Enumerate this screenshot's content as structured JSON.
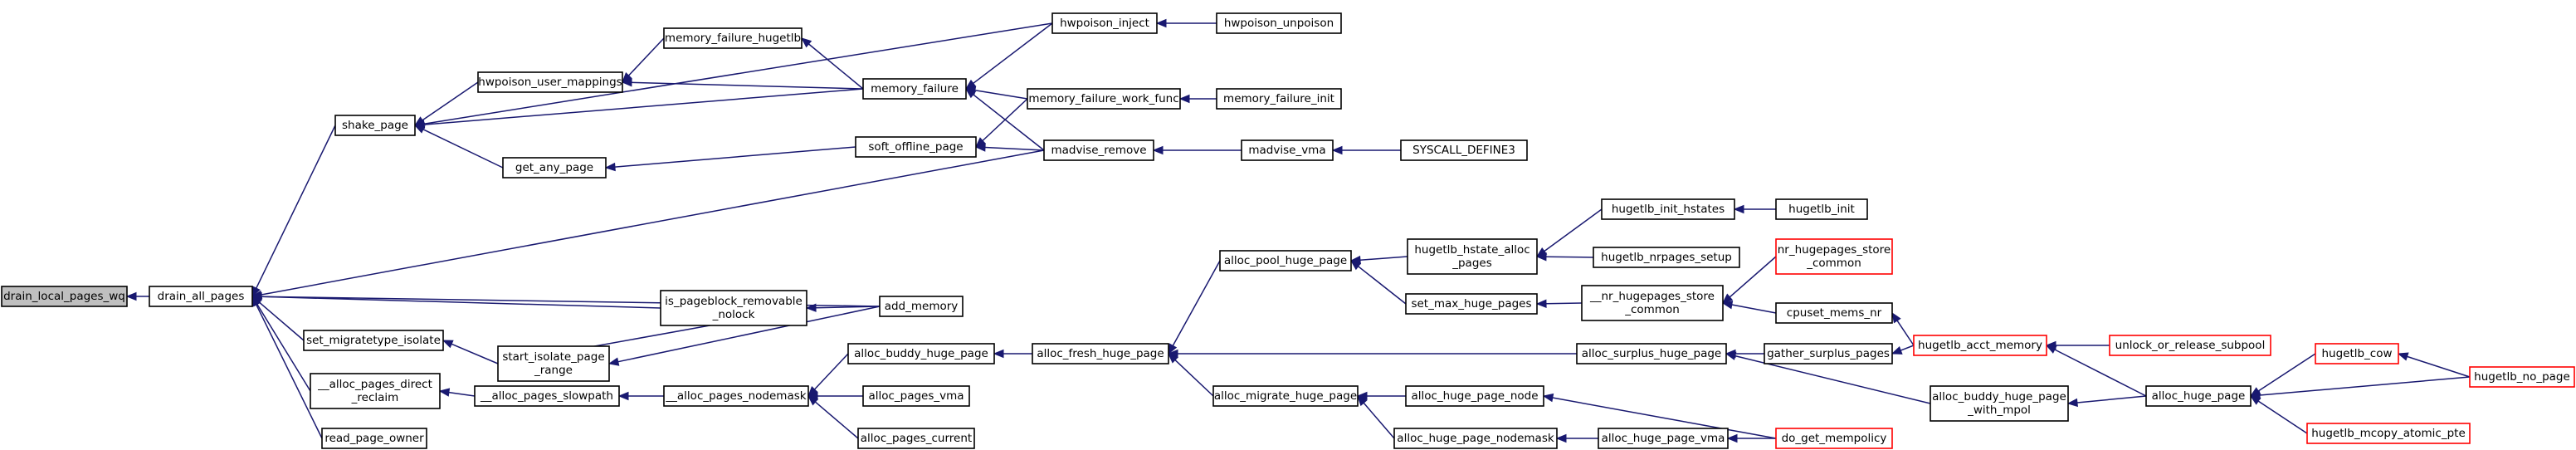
{
  "graph": {
    "type": "call-graph",
    "colors": {
      "edge": "#191970",
      "node_border": "#000000",
      "node_fill": "#ffffff",
      "root_fill": "#bfbfbf",
      "truncated_border": "#ff0000"
    },
    "nodes": [
      {
        "id": "drain_local_pages_wq",
        "lines": [
          "drain_local_pages_wq"
        ],
        "root": true
      },
      {
        "id": "drain_all_pages",
        "lines": [
          "drain_all_pages"
        ]
      },
      {
        "id": "shake_page",
        "lines": [
          "shake_page"
        ]
      },
      {
        "id": "hwpoison_user_mappings",
        "lines": [
          "hwpoison_user_mappings"
        ]
      },
      {
        "id": "get_any_page",
        "lines": [
          "get_any_page"
        ]
      },
      {
        "id": "memory_failure_hugetlb",
        "lines": [
          "memory_failure_hugetlb"
        ]
      },
      {
        "id": "memory_failure",
        "lines": [
          "memory_failure"
        ]
      },
      {
        "id": "soft_offline_page",
        "lines": [
          "soft_offline_page"
        ]
      },
      {
        "id": "hwpoison_inject",
        "lines": [
          "hwpoison_inject"
        ]
      },
      {
        "id": "hwpoison_unpoison",
        "lines": [
          "hwpoison_unpoison"
        ]
      },
      {
        "id": "memory_failure_work_func",
        "lines": [
          "memory_failure_work_func"
        ]
      },
      {
        "id": "memory_failure_init",
        "lines": [
          "memory_failure_init"
        ]
      },
      {
        "id": "madvise_remove",
        "lines": [
          "madvise_remove"
        ]
      },
      {
        "id": "madvise_vma",
        "lines": [
          "madvise_vma"
        ]
      },
      {
        "id": "SYSCALL_DEFINE3",
        "lines": [
          "SYSCALL_DEFINE3"
        ]
      },
      {
        "id": "is_pageblock_removable_nolock",
        "lines": [
          "is_pageblock_removable",
          "_nolock"
        ]
      },
      {
        "id": "add_memory",
        "lines": [
          "add_memory"
        ]
      },
      {
        "id": "set_migratetype_isolate",
        "lines": [
          "set_migratetype_isolate"
        ]
      },
      {
        "id": "start_isolate_page_range",
        "lines": [
          "start_isolate_page",
          "_range"
        ]
      },
      {
        "id": "__alloc_pages_direct_reclaim",
        "lines": [
          "__alloc_pages_direct",
          "_reclaim"
        ]
      },
      {
        "id": "__alloc_pages_slowpath",
        "lines": [
          "__alloc_pages_slowpath"
        ]
      },
      {
        "id": "__alloc_pages_nodemask",
        "lines": [
          "__alloc_pages_nodemask"
        ]
      },
      {
        "id": "read_page_owner",
        "lines": [
          "read_page_owner"
        ]
      },
      {
        "id": "alloc_buddy_huge_page",
        "lines": [
          "alloc_buddy_huge_page"
        ]
      },
      {
        "id": "alloc_pages_vma",
        "lines": [
          "alloc_pages_vma"
        ]
      },
      {
        "id": "alloc_pages_current",
        "lines": [
          "alloc_pages_current"
        ]
      },
      {
        "id": "alloc_fresh_huge_page",
        "lines": [
          "alloc_fresh_huge_page"
        ]
      },
      {
        "id": "alloc_pool_huge_page",
        "lines": [
          "alloc_pool_huge_page"
        ]
      },
      {
        "id": "alloc_migrate_huge_page",
        "lines": [
          "alloc_migrate_huge_page"
        ]
      },
      {
        "id": "hugetlb_hstate_alloc_pages",
        "lines": [
          "hugetlb_hstate_alloc",
          "_pages"
        ]
      },
      {
        "id": "set_max_huge_pages",
        "lines": [
          "set_max_huge_pages"
        ]
      },
      {
        "id": "hugetlb_init_hstates",
        "lines": [
          "hugetlb_init_hstates"
        ]
      },
      {
        "id": "hugetlb_init",
        "lines": [
          "hugetlb_init"
        ]
      },
      {
        "id": "hugetlb_nrpages_setup",
        "lines": [
          "hugetlb_nrpages_setup"
        ]
      },
      {
        "id": "__nr_hugepages_store_common",
        "lines": [
          "__nr_hugepages_store",
          "_common"
        ]
      },
      {
        "id": "nr_hugepages_store_common",
        "lines": [
          "nr_hugepages_store",
          "_common"
        ],
        "truncated": true
      },
      {
        "id": "cpuset_mems_nr",
        "lines": [
          "cpuset_mems_nr"
        ]
      },
      {
        "id": "hugetlb_acct_memory",
        "lines": [
          "hugetlb_acct_memory"
        ],
        "truncated": true
      },
      {
        "id": "unlock_or_release_subpool",
        "lines": [
          "unlock_or_release_subpool"
        ],
        "truncated": true
      },
      {
        "id": "alloc_surplus_huge_page",
        "lines": [
          "alloc_surplus_huge_page"
        ]
      },
      {
        "id": "gather_surplus_pages",
        "lines": [
          "gather_surplus_pages"
        ]
      },
      {
        "id": "alloc_buddy_huge_page_with_mpol",
        "lines": [
          "alloc_buddy_huge_page",
          "_with_mpol"
        ]
      },
      {
        "id": "alloc_huge_page",
        "lines": [
          "alloc_huge_page"
        ]
      },
      {
        "id": "hugetlb_cow",
        "lines": [
          "hugetlb_cow"
        ],
        "truncated": true
      },
      {
        "id": "hugetlb_no_page",
        "lines": [
          "hugetlb_no_page"
        ],
        "truncated": true
      },
      {
        "id": "hugetlb_mcopy_atomic_pte",
        "lines": [
          "hugetlb_mcopy_atomic_pte"
        ],
        "truncated": true
      },
      {
        "id": "alloc_huge_page_node",
        "lines": [
          "alloc_huge_page_node"
        ]
      },
      {
        "id": "alloc_huge_page_nodemask",
        "lines": [
          "alloc_huge_page_nodemask"
        ]
      },
      {
        "id": "alloc_huge_page_vma",
        "lines": [
          "alloc_huge_page_vma"
        ]
      },
      {
        "id": "do_get_mempolicy",
        "lines": [
          "do_get_mempolicy"
        ],
        "truncated": true
      }
    ],
    "edges": [
      [
        "drain_all_pages",
        "drain_local_pages_wq"
      ],
      [
        "shake_page",
        "drain_all_pages"
      ],
      [
        "madvise_remove",
        "drain_all_pages"
      ],
      [
        "is_pageblock_removable_nolock",
        "drain_all_pages"
      ],
      [
        "add_memory",
        "drain_all_pages"
      ],
      [
        "set_migratetype_isolate",
        "drain_all_pages"
      ],
      [
        "__alloc_pages_direct_reclaim",
        "drain_all_pages"
      ],
      [
        "read_page_owner",
        "drain_all_pages"
      ],
      [
        "hwpoison_inject",
        "shake_page"
      ],
      [
        "hwpoison_user_mappings",
        "shake_page"
      ],
      [
        "memory_failure",
        "shake_page"
      ],
      [
        "get_any_page",
        "shake_page"
      ],
      [
        "memory_failure_hugetlb",
        "hwpoison_user_mappings"
      ],
      [
        "memory_failure",
        "hwpoison_user_mappings"
      ],
      [
        "soft_offline_page",
        "get_any_page"
      ],
      [
        "memory_failure",
        "memory_failure_hugetlb"
      ],
      [
        "hwpoison_inject",
        "memory_failure"
      ],
      [
        "memory_failure_work_func",
        "memory_failure"
      ],
      [
        "madvise_remove",
        "memory_failure"
      ],
      [
        "memory_failure_work_func",
        "soft_offline_page"
      ],
      [
        "madvise_remove",
        "soft_offline_page"
      ],
      [
        "hwpoison_unpoison",
        "hwpoison_inject"
      ],
      [
        "memory_failure_init",
        "memory_failure_work_func"
      ],
      [
        "madvise_vma",
        "madvise_remove"
      ],
      [
        "SYSCALL_DEFINE3",
        "madvise_vma"
      ],
      [
        "add_memory",
        "is_pageblock_removable_nolock"
      ],
      [
        "start_isolate_page_range",
        "is_pageblock_removable_nolock"
      ],
      [
        "add_memory",
        "start_isolate_page_range"
      ],
      [
        "start_isolate_page_range",
        "set_migratetype_isolate"
      ],
      [
        "__alloc_pages_slowpath",
        "__alloc_pages_direct_reclaim"
      ],
      [
        "__alloc_pages_nodemask",
        "__alloc_pages_slowpath"
      ],
      [
        "alloc_buddy_huge_page",
        "__alloc_pages_nodemask"
      ],
      [
        "alloc_pages_vma",
        "__alloc_pages_nodemask"
      ],
      [
        "alloc_pages_current",
        "__alloc_pages_nodemask"
      ],
      [
        "alloc_fresh_huge_page",
        "alloc_buddy_huge_page"
      ],
      [
        "alloc_pool_huge_page",
        "alloc_fresh_huge_page"
      ],
      [
        "alloc_migrate_huge_page",
        "alloc_fresh_huge_page"
      ],
      [
        "alloc_surplus_huge_page",
        "alloc_fresh_huge_page"
      ],
      [
        "hugetlb_hstate_alloc_pages",
        "alloc_pool_huge_page"
      ],
      [
        "set_max_huge_pages",
        "alloc_pool_huge_page"
      ],
      [
        "alloc_huge_page_node",
        "alloc_migrate_huge_page"
      ],
      [
        "alloc_huge_page_nodemask",
        "alloc_migrate_huge_page"
      ],
      [
        "hugetlb_init_hstates",
        "hugetlb_hstate_alloc_pages"
      ],
      [
        "hugetlb_nrpages_setup",
        "hugetlb_hstate_alloc_pages"
      ],
      [
        "__nr_hugepages_store_common",
        "set_max_huge_pages"
      ],
      [
        "hugetlb_init",
        "hugetlb_init_hstates"
      ],
      [
        "nr_hugepages_store_common",
        "__nr_hugepages_store_common"
      ],
      [
        "cpuset_mems_nr",
        "__nr_hugepages_store_common"
      ],
      [
        "hugetlb_acct_memory",
        "cpuset_mems_nr"
      ],
      [
        "unlock_or_release_subpool",
        "hugetlb_acct_memory"
      ],
      [
        "alloc_huge_page",
        "hugetlb_acct_memory"
      ],
      [
        "gather_surplus_pages",
        "alloc_surplus_huge_page"
      ],
      [
        "alloc_buddy_huge_page_with_mpol",
        "alloc_surplus_huge_page"
      ],
      [
        "hugetlb_acct_memory",
        "gather_surplus_pages"
      ],
      [
        "alloc_huge_page",
        "alloc_buddy_huge_page_with_mpol"
      ],
      [
        "hugetlb_cow",
        "alloc_huge_page"
      ],
      [
        "hugetlb_no_page",
        "alloc_huge_page"
      ],
      [
        "hugetlb_mcopy_atomic_pte",
        "alloc_huge_page"
      ],
      [
        "hugetlb_no_page",
        "hugetlb_cow"
      ],
      [
        "alloc_huge_page_vma",
        "alloc_huge_page_nodemask"
      ],
      [
        "do_get_mempolicy",
        "alloc_huge_page_node"
      ],
      [
        "do_get_mempolicy",
        "alloc_huge_page_vma"
      ]
    ]
  }
}
